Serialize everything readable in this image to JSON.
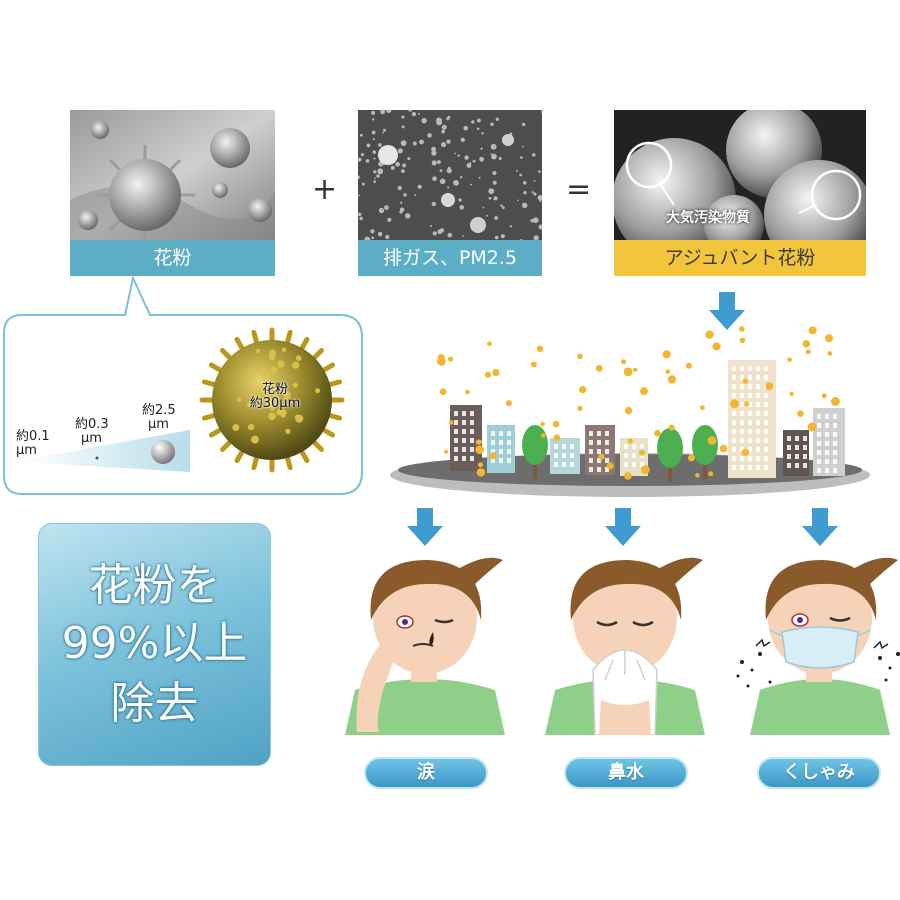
{
  "equation": {
    "plus": "+",
    "equals": "=",
    "panels": [
      {
        "caption": "花粉"
      },
      {
        "caption": "排ガス、PM2.5"
      },
      {
        "caption": "アジュバント花粉",
        "annotation": "大気汚染物質"
      }
    ]
  },
  "size_compare": {
    "items": [
      {
        "label_line1": "約0.1",
        "label_line2": "μm"
      },
      {
        "label_line1": "約0.3",
        "label_line2": "μm"
      },
      {
        "label_line1": "約2.5",
        "label_line2": "μm"
      },
      {
        "label_line1": "花粉",
        "label_line2": "約30μm"
      }
    ]
  },
  "claim": {
    "line1": "花粉を",
    "line2": "99%以上",
    "line3": "除去"
  },
  "symptoms": [
    {
      "label": "涙"
    },
    {
      "label": "鼻水"
    },
    {
      "label": "くしゃみ"
    }
  ],
  "colors": {
    "caption_blue": "#5cadc6",
    "caption_yellow": "#f3c53a",
    "arrow_blue": "#3f9bd0",
    "pollen_yellow": "#f2b630",
    "shirt_green": "#8ed089",
    "hair_brown": "#8a5a2b"
  }
}
